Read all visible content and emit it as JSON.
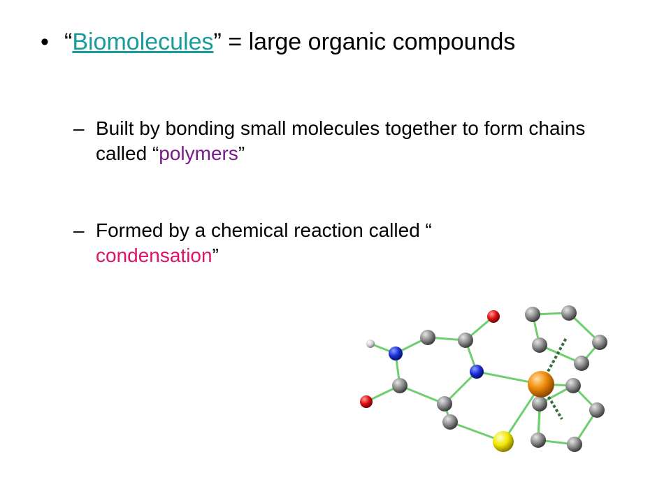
{
  "bullet": {
    "marker": "•",
    "open_quote": "“",
    "term": "Biomolecules",
    "rest": "” = large organic compounds"
  },
  "sub_items": [
    {
      "dash": "–",
      "before": "Built by bonding small molecules together to form chains called “",
      "term": "polymers",
      "after": "”"
    },
    {
      "dash": "–",
      "before": "Formed by a chemical reaction called “",
      "term": "condensation",
      "after": "”"
    }
  ],
  "colors": {
    "link": "#1a9b9b",
    "polymers": "#7a1b8c",
    "condensation": "#e0136c",
    "carbon": "#8c8c8c",
    "nitrogen": "#1a2fd6",
    "oxygen": "#e01010",
    "sulfur": "#f2e600",
    "metal": "#f28c0a",
    "hydrogen": "#cfcfcf",
    "bond": "#6fcf6f"
  },
  "molecule_image": {
    "icon": "ball-and-stick-molecule-icon"
  }
}
